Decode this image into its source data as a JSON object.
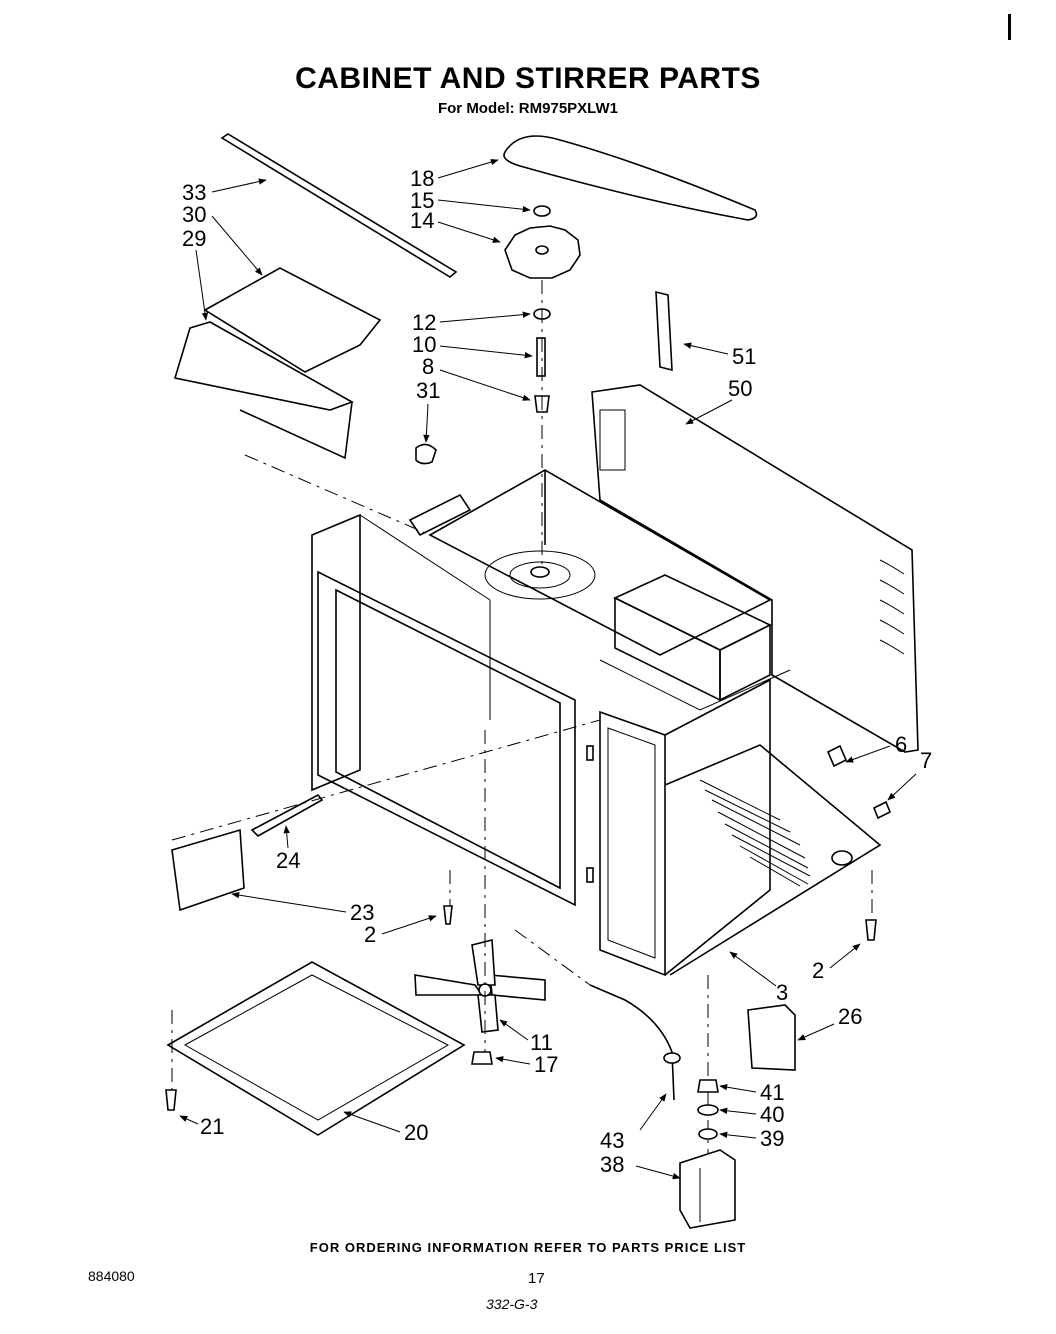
{
  "header": {
    "title": "CABINET AND STIRRER PARTS",
    "subtitle": "For Model: RM975PXLW1"
  },
  "callouts": {
    "c18": "18",
    "c15": "15",
    "c14": "14",
    "c33": "33",
    "c30": "30",
    "c29": "29",
    "c12": "12",
    "c10": "10",
    "c8": "8",
    "c31": "31",
    "c51": "51",
    "c50": "50",
    "c6": "6",
    "c7": "7",
    "c24": "24",
    "c23": "23",
    "c2a": "2",
    "c2b": "2",
    "c3": "3",
    "c26": "26",
    "c11": "11",
    "c17": "17",
    "c21": "21",
    "c20": "20",
    "c43": "43",
    "c41": "41",
    "c40": "40",
    "c39": "39",
    "c38": "38"
  },
  "footer": {
    "note": "FOR ORDERING INFORMATION REFER TO PARTS PRICE LIST",
    "doc_number": "884080",
    "page_number": "17",
    "page_code": "332-G-3"
  }
}
